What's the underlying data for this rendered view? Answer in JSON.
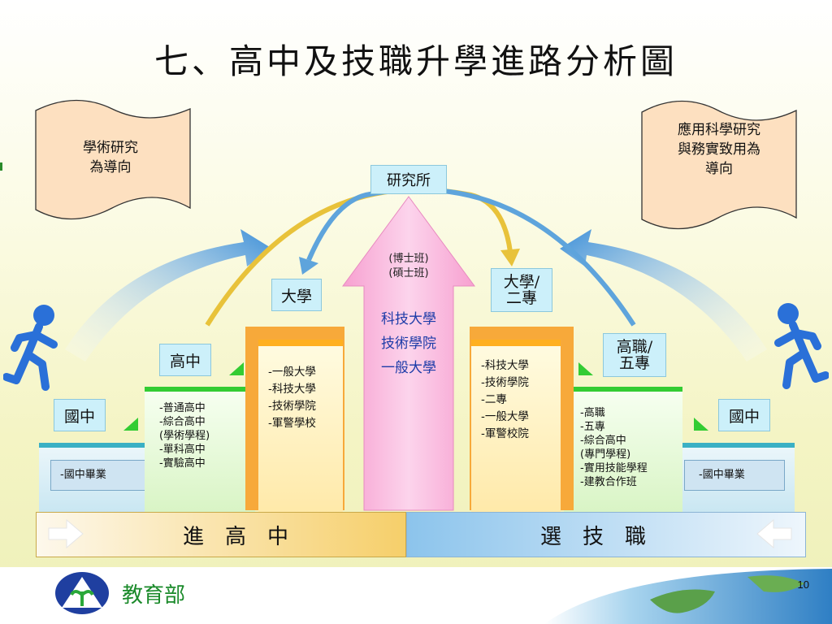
{
  "title": "七、高中及技職升學進路分析圖",
  "note_left": "學術研究\n為導向",
  "note_right": "應用科學研究\n與務實致用為\n導向",
  "top_label": "研究所",
  "center_arrow": {
    "line1": "(博士班)",
    "line2": "(碩士班)",
    "items": [
      "科技大學",
      "技術學院",
      "一般大學"
    ]
  },
  "left": {
    "level1": "國中",
    "level2": "高中",
    "level3": "大學",
    "col1": "-國中畢業",
    "col2": "-普通高中\n-綜合高中\n(學術學程)\n-單科高中\n-實驗高中",
    "col3": "-一般大學\n-科技大學\n-技術學院\n-軍警學校"
  },
  "right": {
    "level1": "國中",
    "level2": "高職/\n五專",
    "level3": "大學/\n二專",
    "col1": "-國中畢業",
    "col2": "-高職\n-五專\n-綜合高中\n(專門學程)\n-實用技能學程\n-建教合作班",
    "col3": "-科技大學\n-技術學院\n-二專\n-一般大學\n-軍警校院"
  },
  "bottom": {
    "left": "進　高　中",
    "right": "選　技　職"
  },
  "footer": {
    "org": "教育部",
    "page": "10"
  }
}
